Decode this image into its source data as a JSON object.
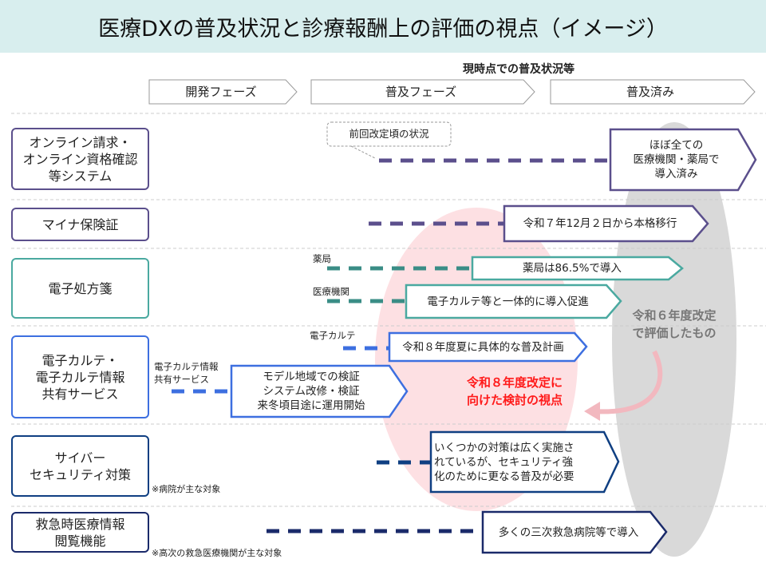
{
  "title": "医療DXの普及状況と診療報酬上の評価の視点（イメージ）",
  "subheading": "現時点での普及状況等",
  "phases": [
    "開発フェーズ",
    "普及フェーズ",
    "普及済み"
  ],
  "rows": [
    {
      "label": "オンライン請求・\nオンライン資格確認\n等システム"
    },
    {
      "label": "マイナ保険証"
    },
    {
      "label": "電子処方箋"
    },
    {
      "label": "電子カルテ・\n電子カルテ情報\n共有サービス"
    },
    {
      "label": "サイバー\nセキュリティ対策",
      "note": "※病院が主な対象"
    },
    {
      "label": "救急時医療情報\n閲覧機能",
      "note": "※高次の救急医療機関が主な対象"
    }
  ],
  "callout": "前回改定頃の状況",
  "statuses": {
    "online": "ほぼ全ての\n医療機関・薬局で\n導入済み",
    "myna": "令和７年12月２日から本格移行",
    "pharmacy_label": "薬局",
    "pharmacy": "薬局は86.5%で導入",
    "medical_label": "医療機関",
    "medical": "電子カルテ等と一体的に導入促進",
    "emr_label": "電子カルテ",
    "emr": "令和８年度夏に具体的な普及計画",
    "sharing_label": "電子カルテ情報\n共有サービス",
    "sharing": "モデル地域での検証\nシステム改修・検証\n来冬頃目途に運用開始",
    "cyber": "いくつかの対策は広く実施さ\nれているが、セキュリティ強\n化のために更なる普及が必要",
    "emergency": "多くの三次救急病院等で導入"
  },
  "r6_label": "令和６年度改定\nで評価したもの",
  "r8_label": "令和８年度改定に\n向けた検討の視点",
  "colors": {
    "purple": "#5b4f8c",
    "teal": "#4aa9a0",
    "teal_dash": "#3a8d86",
    "blue": "#3d6fe0",
    "navy": "#0f3f82",
    "dark_navy": "#1a2a6a",
    "red": "#ff1a1a",
    "pink": "#fde0e3",
    "gray": "#d9d9d9"
  }
}
